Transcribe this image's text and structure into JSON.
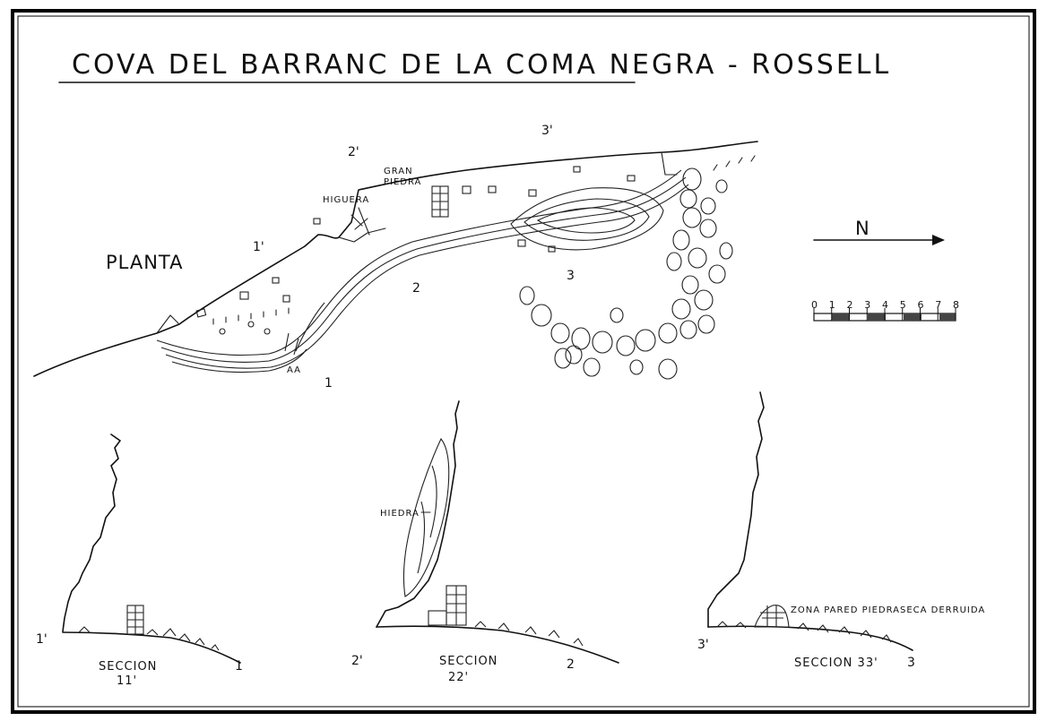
{
  "title": "COVA DEL BARRANC DE LA COMA NEGRA - ROSSELL",
  "plan_label": "PLANTA",
  "north_label": "N",
  "scale_ticks": [
    "0",
    "1",
    "2",
    "3",
    "4",
    "5",
    "6",
    "7",
    "8"
  ],
  "plan_annotations": {
    "gran_piedra": [
      "GRAN",
      "PIEDRA"
    ],
    "higuera": "HIGUERA",
    "section_marks": [
      "1'",
      "1",
      "2'",
      "2",
      "3'",
      "3",
      "AA"
    ]
  },
  "sections": [
    {
      "name": "SECCION",
      "sub": "11'",
      "left_mark": "1'",
      "right_mark": "1",
      "note": ""
    },
    {
      "name": "SECCION",
      "sub": "22'",
      "left_mark": "2'",
      "right_mark": "2",
      "note": "HIEDRA"
    },
    {
      "name": "SECCION 33'",
      "sub": "",
      "left_mark": "3'",
      "right_mark": "3",
      "note": "ZONA PARED PIEDRASECA DERRUIDA"
    }
  ]
}
